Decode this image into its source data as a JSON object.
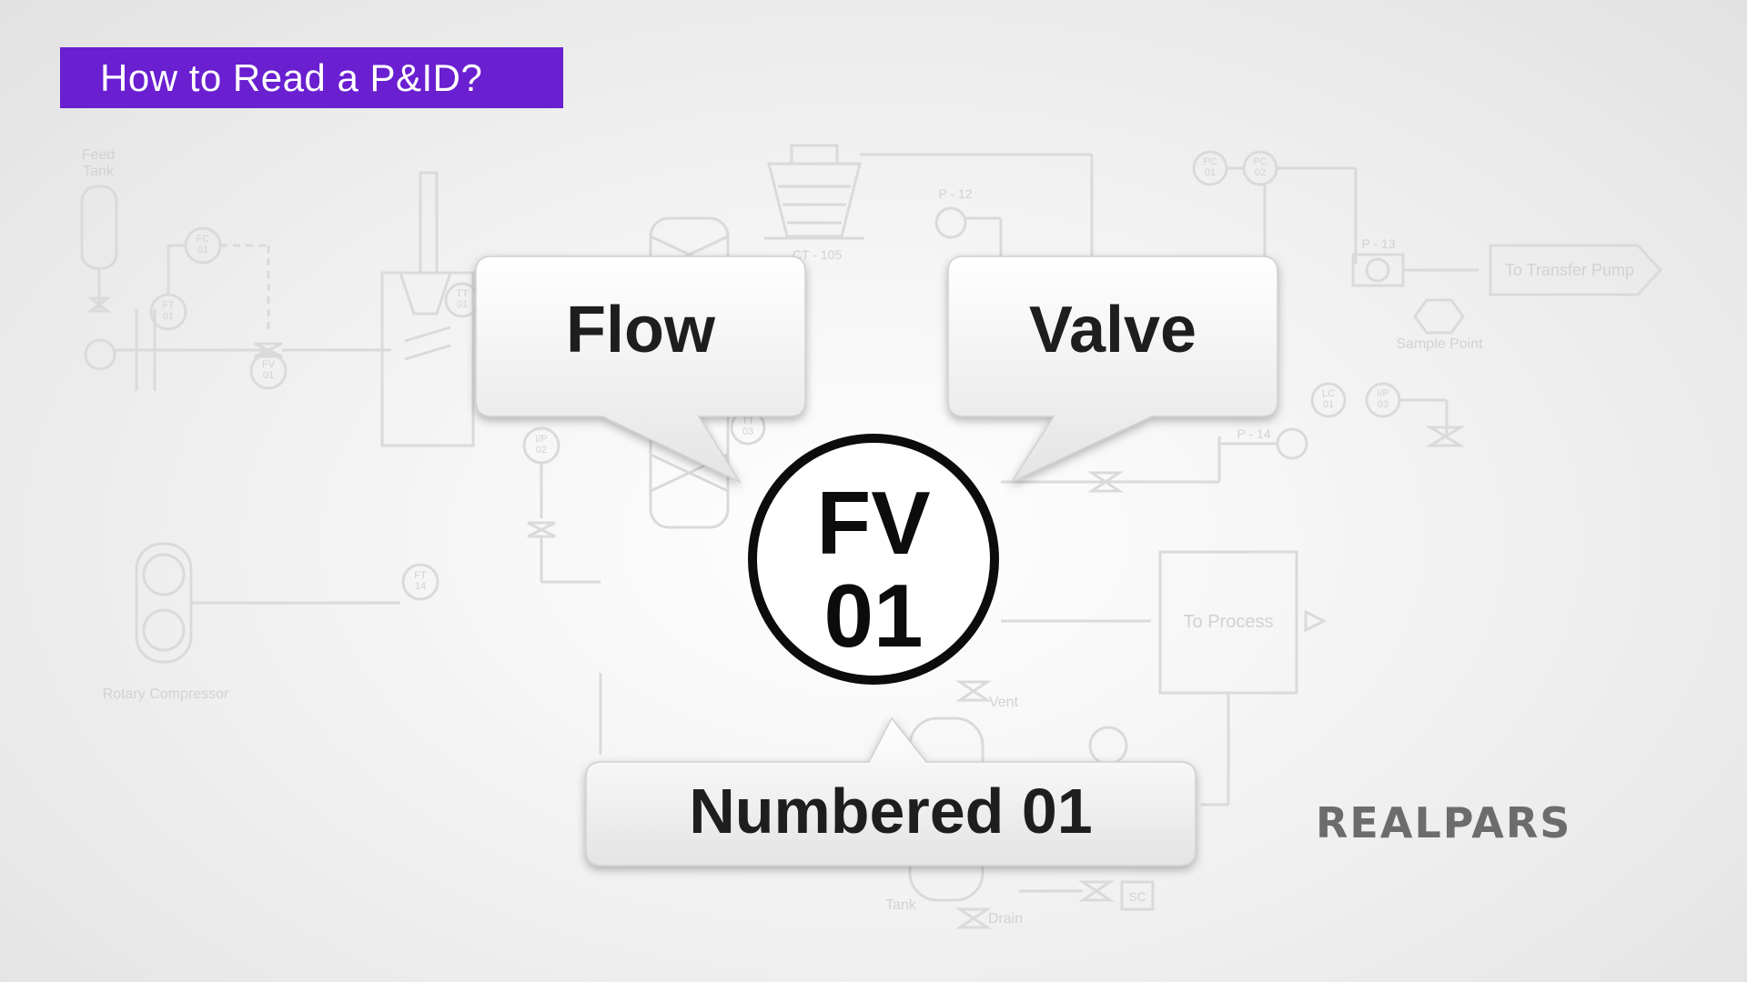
{
  "title": "How to Read a P&ID?",
  "callouts": {
    "flow": "Flow",
    "valve": "Valve",
    "number": "Numbered 01"
  },
  "instrument_tag": {
    "letters": "FV",
    "number": "01"
  },
  "logo": "REALPARS",
  "background_labels": {
    "feed_tank": [
      "Feed",
      "Tank"
    ],
    "rotary_compressor": "Rotary Compressor",
    "to_transfer_pump": "To Transfer Pump",
    "sample_point": "Sample Point",
    "to_process": "To Process",
    "vent": "Vent",
    "drain": "Drain",
    "tank": "Tank",
    "ct_105": "CT - 105",
    "p_12": "P - 12",
    "p_13": "P - 13",
    "p_14": "P - 14",
    "sc": "SC",
    "fc_01": [
      "FC",
      "01"
    ],
    "ft_01": [
      "FT",
      "01"
    ],
    "fv_01": [
      "FV",
      "01"
    ],
    "tt_01": [
      "TT",
      "01"
    ],
    "pc_01": [
      "PC",
      "01"
    ],
    "pc_02": [
      "PC",
      "02"
    ],
    "lc_01": [
      "LC",
      "01"
    ],
    "ip_03": [
      "I/P",
      "03"
    ],
    "ip_02": [
      "I/P",
      "02"
    ],
    "ft_14": [
      "FT",
      "14"
    ],
    "tt_03": [
      "TT",
      "03"
    ]
  },
  "colors": {
    "title_bg": "#6a1fd1",
    "title_text": "#ffffff",
    "tag_ring": "#0c0c0c",
    "logo": "#6c6c6c",
    "background_lines": "#dadada"
  }
}
